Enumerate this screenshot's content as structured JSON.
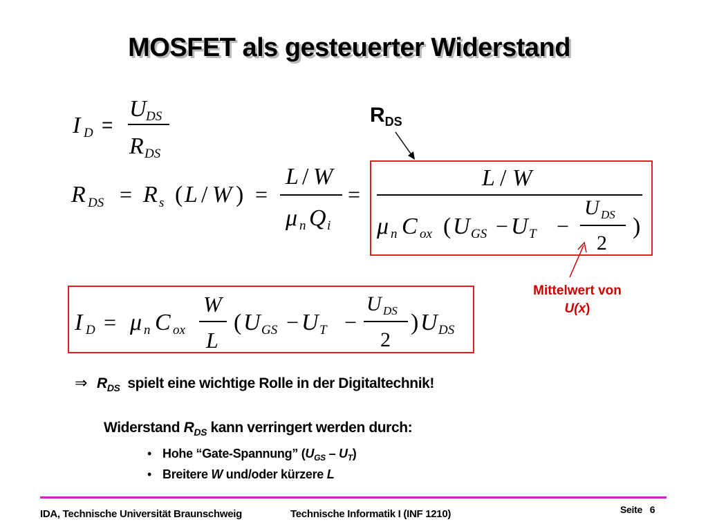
{
  "title": "MOSFET als gesteuerter Widerstand",
  "rds_label": {
    "main": "R",
    "sub": "DS"
  },
  "equations": {
    "eq1": "I_D = U_DS / R_DS",
    "eq2": "R_DS = R_s (L/W) = (L/W)/(μ_n Q_i) = (L/W)/(μ_n C_ox (U_GS − U_T − U_DS/2))",
    "eq3": "I_D = μ_n C_ox (W/L) (U_GS − U_T − U_DS/2) U_DS"
  },
  "annotation": {
    "line1": "Mittelwert von",
    "line2_prefix": "U(",
    "line2_var": "x",
    "line2_suffix": ")"
  },
  "statement": {
    "arrow": "⇒",
    "r": "R",
    "r_sub": "DS",
    "text": "spielt eine wichtige Rolle in der Digitaltechnik!"
  },
  "reduce": {
    "prefix": "Widerstand ",
    "r": "R",
    "r_sub": "DS",
    "suffix": " kann verringert werden durch:"
  },
  "bullets": [
    {
      "text1": "Hohe  “Gate-Spannung” (",
      "u1": "U",
      "u1_sub": "GS",
      "minus": " – ",
      "u2": "U",
      "u2_sub": "T",
      "text2": ")"
    },
    {
      "text1": "Breitere ",
      "w": "W",
      "text2": " und/oder kürzere ",
      "l": "L"
    }
  ],
  "footer": {
    "left": "IDA, Technische Universität Braunschweig",
    "center": "Technische Informatik I (INF 1210)",
    "page_label": "Seite",
    "page_number": "6"
  },
  "colors": {
    "accent_line": "#d11fd1",
    "box_border": "#e02020",
    "note_text": "#cc0000"
  }
}
